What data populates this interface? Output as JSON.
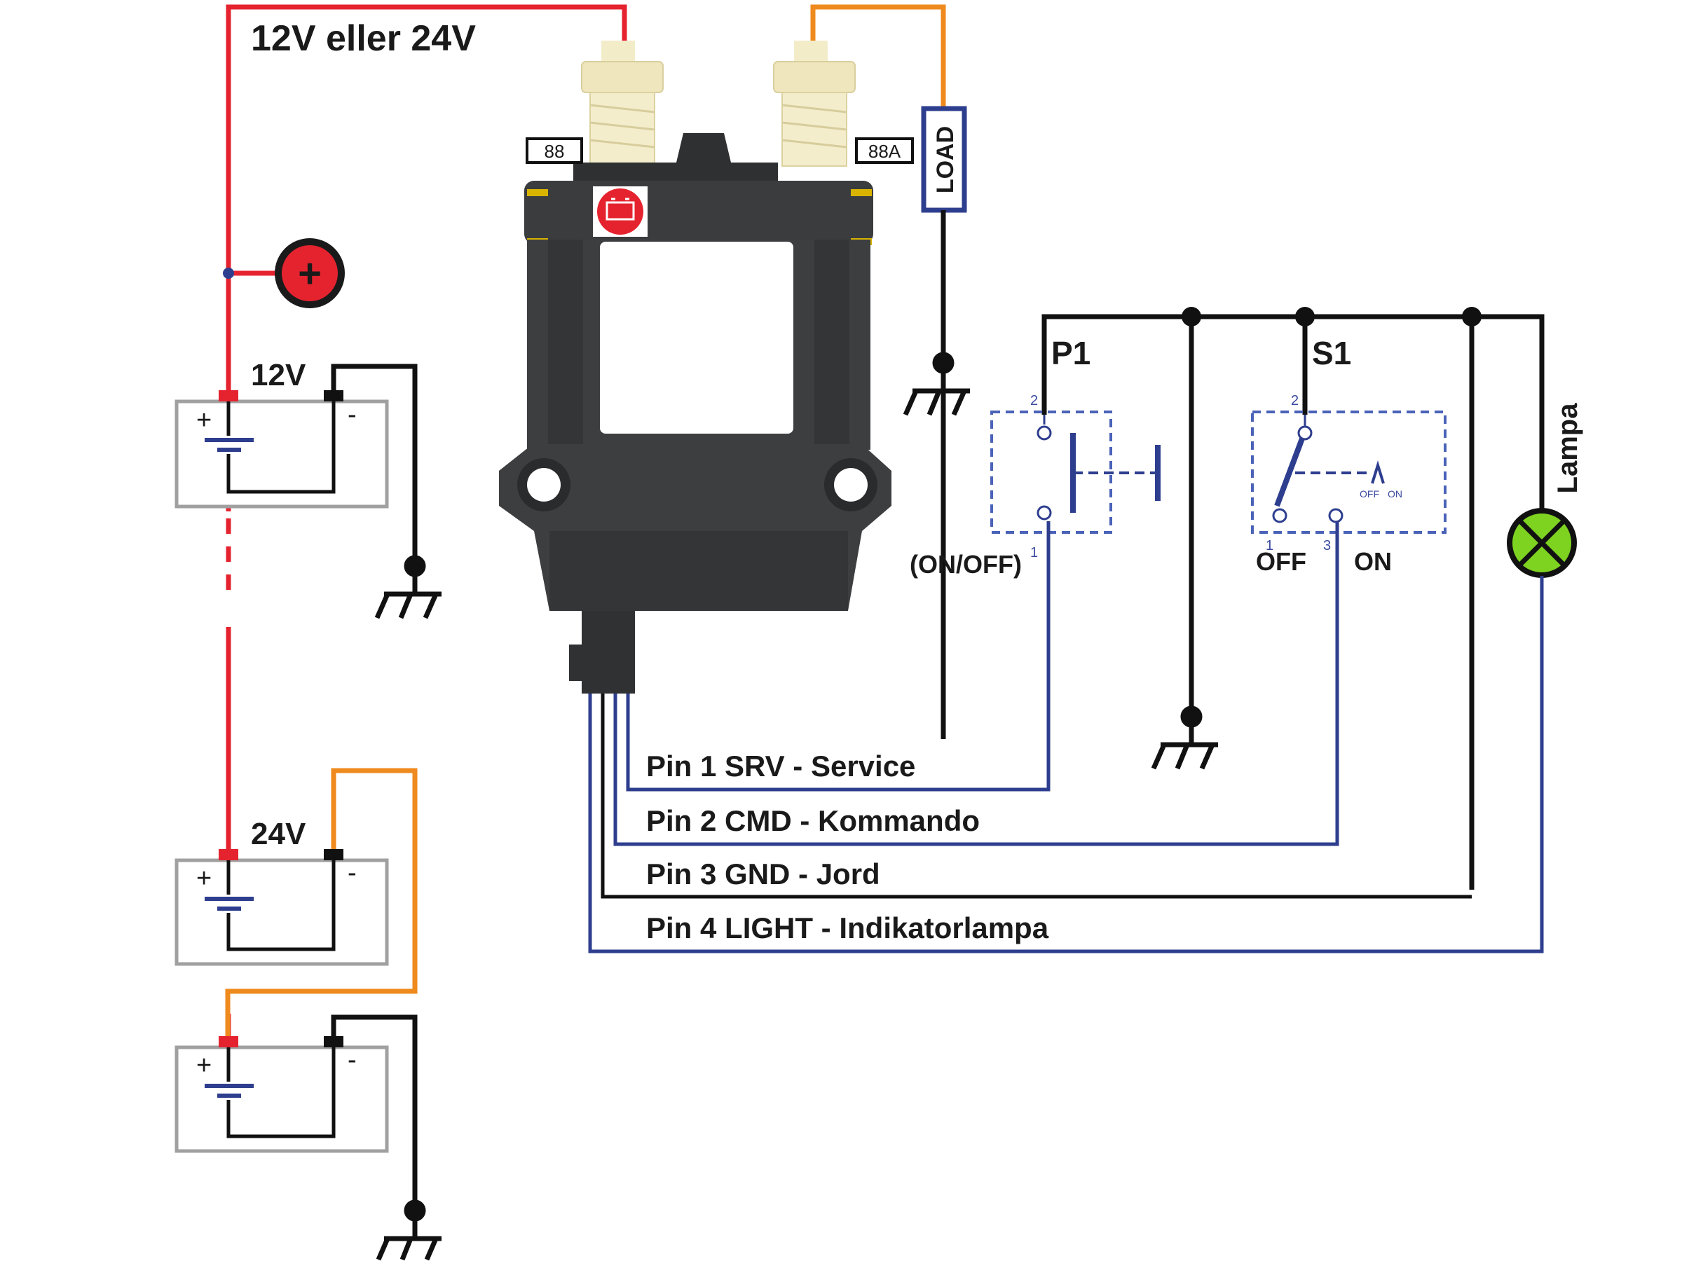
{
  "title": "12V eller 24V",
  "terminals": {
    "left": "88",
    "right": "88A"
  },
  "load_label": "LOAD",
  "batteries": {
    "label_12v": "12V",
    "label_24v": "24V",
    "plus_sign": "+",
    "minus_sign": "-"
  },
  "positive_marker": "+",
  "p1": {
    "label": "P1",
    "pin_top": "2",
    "pin_bottom": "1",
    "state_label": "(ON/OFF)"
  },
  "s1": {
    "label": "S1",
    "pin_top": "2",
    "pin_off": "1",
    "pin_on": "3",
    "off_label": "OFF",
    "on_label": "ON",
    "tiny_off": "OFF",
    "tiny_on": "ON"
  },
  "lamp_label": "Lampa",
  "pins": [
    "Pin 1 SRV - Service",
    "Pin 2 CMD - Kommando",
    "Pin 3 GND - Jord",
    "Pin 4 LIGHT - Indikatorlampa"
  ],
  "colors": {
    "positive": "#e5232f",
    "orange": "#ef8a1e",
    "ground": "#111111",
    "signal": "#2e3e8e",
    "relay_body": "#3a3b3d",
    "lamp": "#7ed321"
  }
}
